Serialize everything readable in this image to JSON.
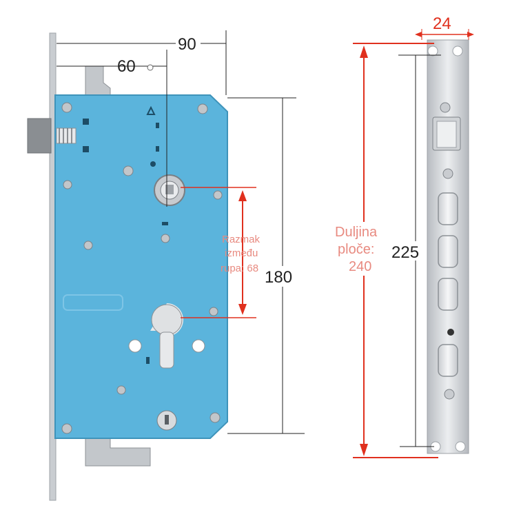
{
  "dimensions": {
    "width_total": "90",
    "width_to_center": "60",
    "hole_spacing_label": [
      "Razmak",
      "između",
      "rupa: 68"
    ],
    "body_height": "180",
    "faceplate_width": "24",
    "faceplate_length_label": [
      "Duljina",
      "ploče:",
      "240"
    ],
    "faceplate_inner": "225"
  },
  "colors": {
    "lock_body": "#5bb4dc",
    "faceplate": "#d7dade",
    "red_dimension": "#e0301e",
    "note_text": "#e88a80"
  }
}
